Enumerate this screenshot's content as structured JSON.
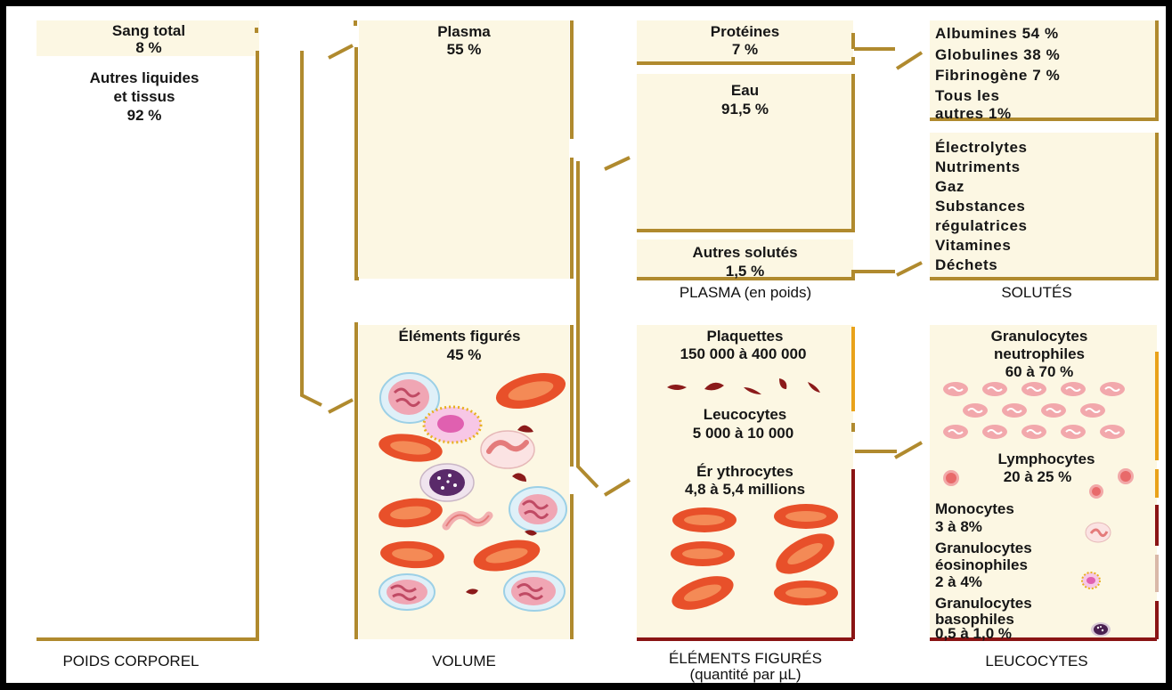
{
  "diagram": {
    "colors": {
      "gold": "#b08a2e",
      "cream": "#fcf7e3",
      "orange_bar": "#e9a21a",
      "dark_red_bar": "#8a1414",
      "pink_bar": "#d9b8a8",
      "rbc": "#e8502a",
      "rbc_center": "#f48a56"
    },
    "poids": {
      "sang_total": "Sang total",
      "sang_pct": "8 %",
      "autres_l1": "Autres liquides",
      "autres_l2": "et tissus",
      "autres_pct": "92 %",
      "caption": "POIDS CORPOREL"
    },
    "volume": {
      "plasma": "Plasma",
      "plasma_pct": "55 %",
      "elements": "Éléments figurés",
      "elements_pct": "45 %",
      "caption": "VOLUME"
    },
    "plasma_poids": {
      "proteines": "Protéines",
      "proteines_pct": "7 %",
      "eau": "Eau",
      "eau_pct": "91,5 %",
      "autres_solutes": "Autres solutés",
      "autres_solutes_pct": "1,5 %",
      "caption": "PLASMA (en poids)"
    },
    "solutes": {
      "proteins_list": [
        "Albumines 54 %",
        "Globulines 38 %",
        "Fibrinogène 7 %",
        "Tous les",
        "autres  1%"
      ],
      "others_list": [
        "Électrolytes",
        "Nutriments",
        "Gaz",
        "Substances",
        "régulatrices",
        "Vitamines",
        "Déchets"
      ],
      "caption": "SOLUTÉS"
    },
    "elements_figures": {
      "plaquettes": "Plaquettes",
      "plaquettes_qty": "150 000 à 400  000",
      "leucocytes": "Leucocytes",
      "leucocytes_qty": "5 000 à 10  000",
      "erythrocytes": "Ér ythrocytes",
      "erythrocytes_qty": "4,8  à 5,4 millions",
      "caption_l1": "ÉLÉMENTS FIGURÉS",
      "caption_l2": "(quantité par  µL)"
    },
    "leucocytes": {
      "neutro_l1": "Granulocytes",
      "neutro_l2": "neutrophiles",
      "neutro_pct": "60 à 70 %",
      "lympho": "Lymphocytes",
      "lympho_pct": "20 à 25 %",
      "mono": "Monocytes",
      "mono_pct": "3 à 8%",
      "eosino_l1": "Granulocytes",
      "eosino_l2": "éosinophiles",
      "eosino_pct": "2 à 4%",
      "baso_l1": "Granulocytes",
      "baso_l2": "basophiles",
      "baso_pct": "0,5  à 1,0  %",
      "caption": "LEUCOCYTES"
    }
  }
}
